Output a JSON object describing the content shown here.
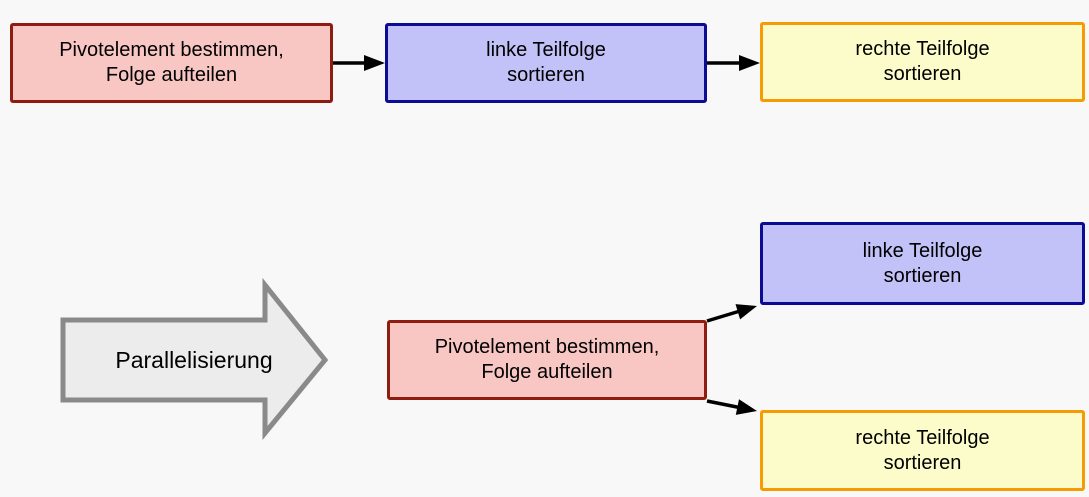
{
  "diagram": {
    "colors": {
      "background": "#f8f8f8",
      "pivot_fill": "#f9c7c3",
      "pivot_border": "#8e1c10",
      "left_fill": "#c2c2f8",
      "left_border": "#0b0b94",
      "right_fill": "#fcfcca",
      "right_border": "#f79b04",
      "transform_fill": "#ececec",
      "transform_border": "#8a8a8a",
      "arrow": "#000000"
    },
    "sequential": {
      "pivot": {
        "line1": "Pivotelement bestimmen,",
        "line2": "Folge aufteilen"
      },
      "left": {
        "line1": "linke Teilfolge",
        "line2": "sortieren"
      },
      "right": {
        "line1": "rechte Teilfolge",
        "line2": "sortieren"
      }
    },
    "parallel": {
      "transform_label": "Parallelisierung",
      "pivot": {
        "line1": "Pivotelement bestimmen,",
        "line2": "Folge aufteilen"
      },
      "left": {
        "line1": "linke Teilfolge",
        "line2": "sortieren"
      },
      "right": {
        "line1": "rechte Teilfolge",
        "line2": "sortieren"
      }
    }
  }
}
